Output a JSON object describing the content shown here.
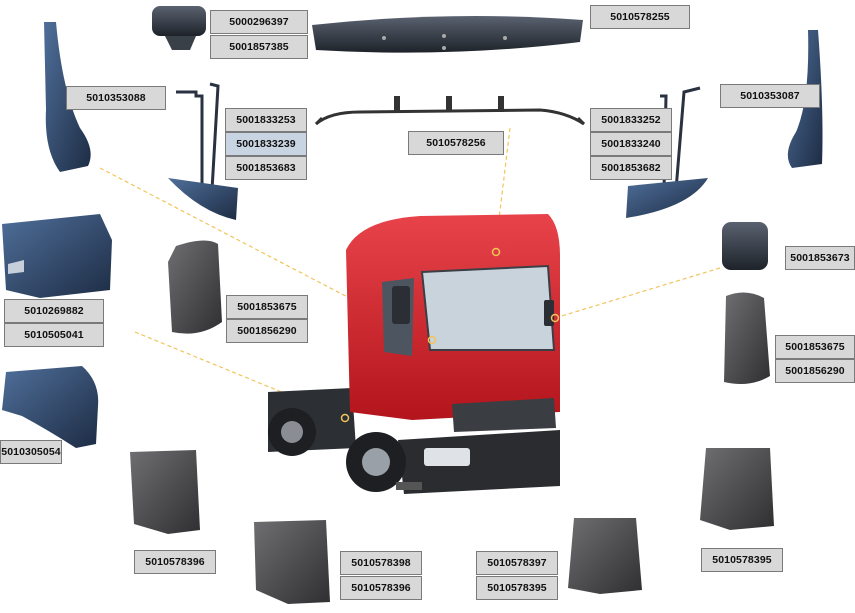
{
  "part_numbers": {
    "mirror_top": "5000296397",
    "mirror_top_2": "5001857385",
    "sun_visor": "5010578255",
    "left_cab_deflector": "5010353088",
    "right_cab_deflector": "5010353087",
    "left_step_bracket_1": "5001833253",
    "left_step_bracket_2": "5001833239",
    "left_step_bracket_3": "5001853683",
    "visor_bracket": "5010578256",
    "right_step_bracket_1": "5001833252",
    "right_step_bracket_2": "5001833240",
    "right_step_bracket_3": "5001853682",
    "right_small_mirror": "5001853673",
    "battery_cover_1": "5010269882",
    "battery_cover_2": "5010505041",
    "left_mirror_1": "5001853675",
    "left_mirror_2": "5001856290",
    "right_mirror_1": "5001853675",
    "right_mirror_2": "5001856290",
    "tank_cover": "5010305054",
    "mudguard_left_outer": "5010578396",
    "mudguard_left_inner_1": "5010578398",
    "mudguard_left_inner_2": "5010578396",
    "mudguard_right_inner_1": "5010578397",
    "mudguard_right_inner_2": "5010578395",
    "mudguard_right_outer": "5010578395"
  }
}
